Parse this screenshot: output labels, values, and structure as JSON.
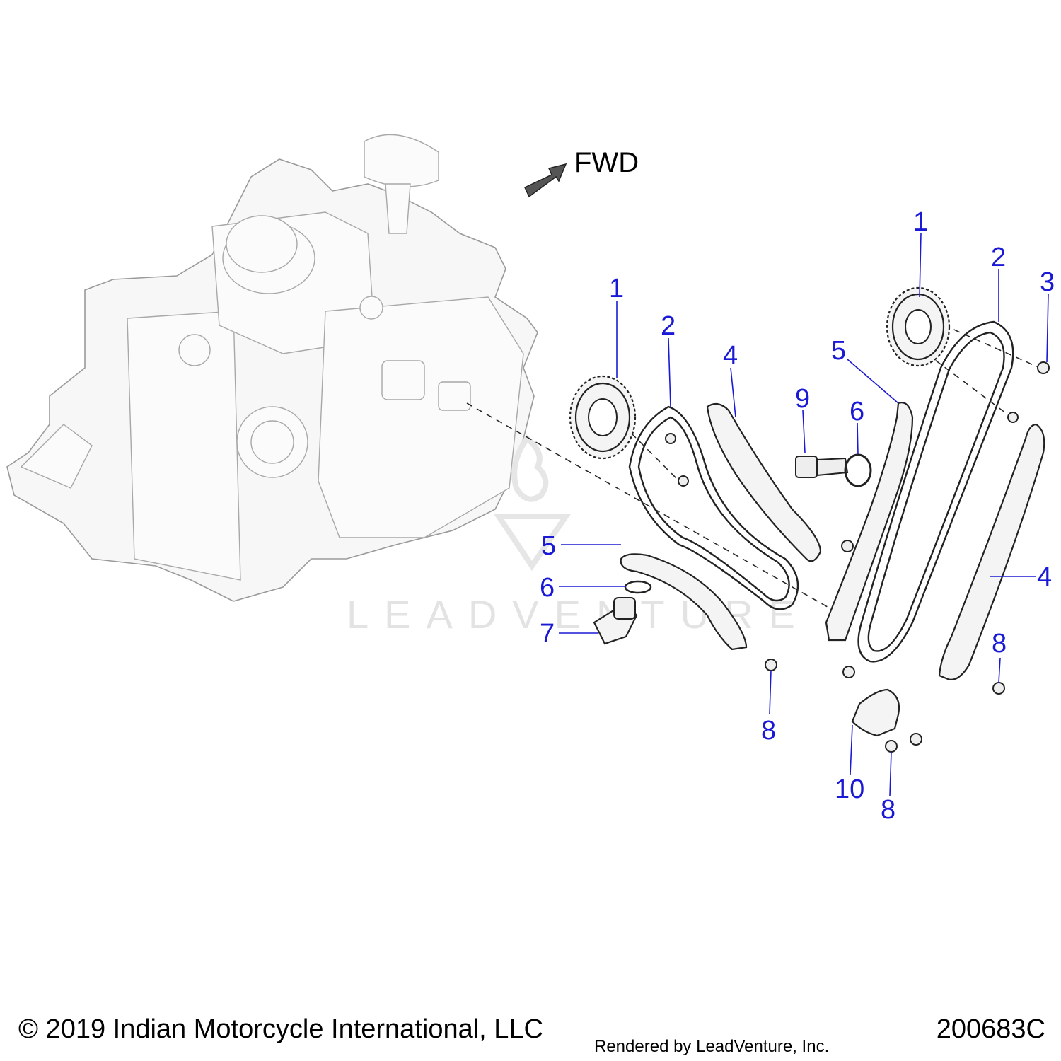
{
  "direction_label": "FWD",
  "watermark": "LEADVENTURE",
  "footer": {
    "copyright": "© 2019 Indian Motorcycle International, LLC",
    "rendered_by": "Rendered by LeadVenture, Inc.",
    "diagram_id": "200683C"
  },
  "callouts": {
    "c1a": "1",
    "c2a": "2",
    "c4a": "4",
    "c9": "9",
    "c6a": "6",
    "c5a": "5",
    "c1b": "1",
    "c2b": "2",
    "c3": "3",
    "c5b": "5",
    "c6b": "6",
    "c7": "7",
    "c8a": "8",
    "c4b": "4",
    "c8b": "8",
    "c10": "10",
    "c8c": "8"
  }
}
